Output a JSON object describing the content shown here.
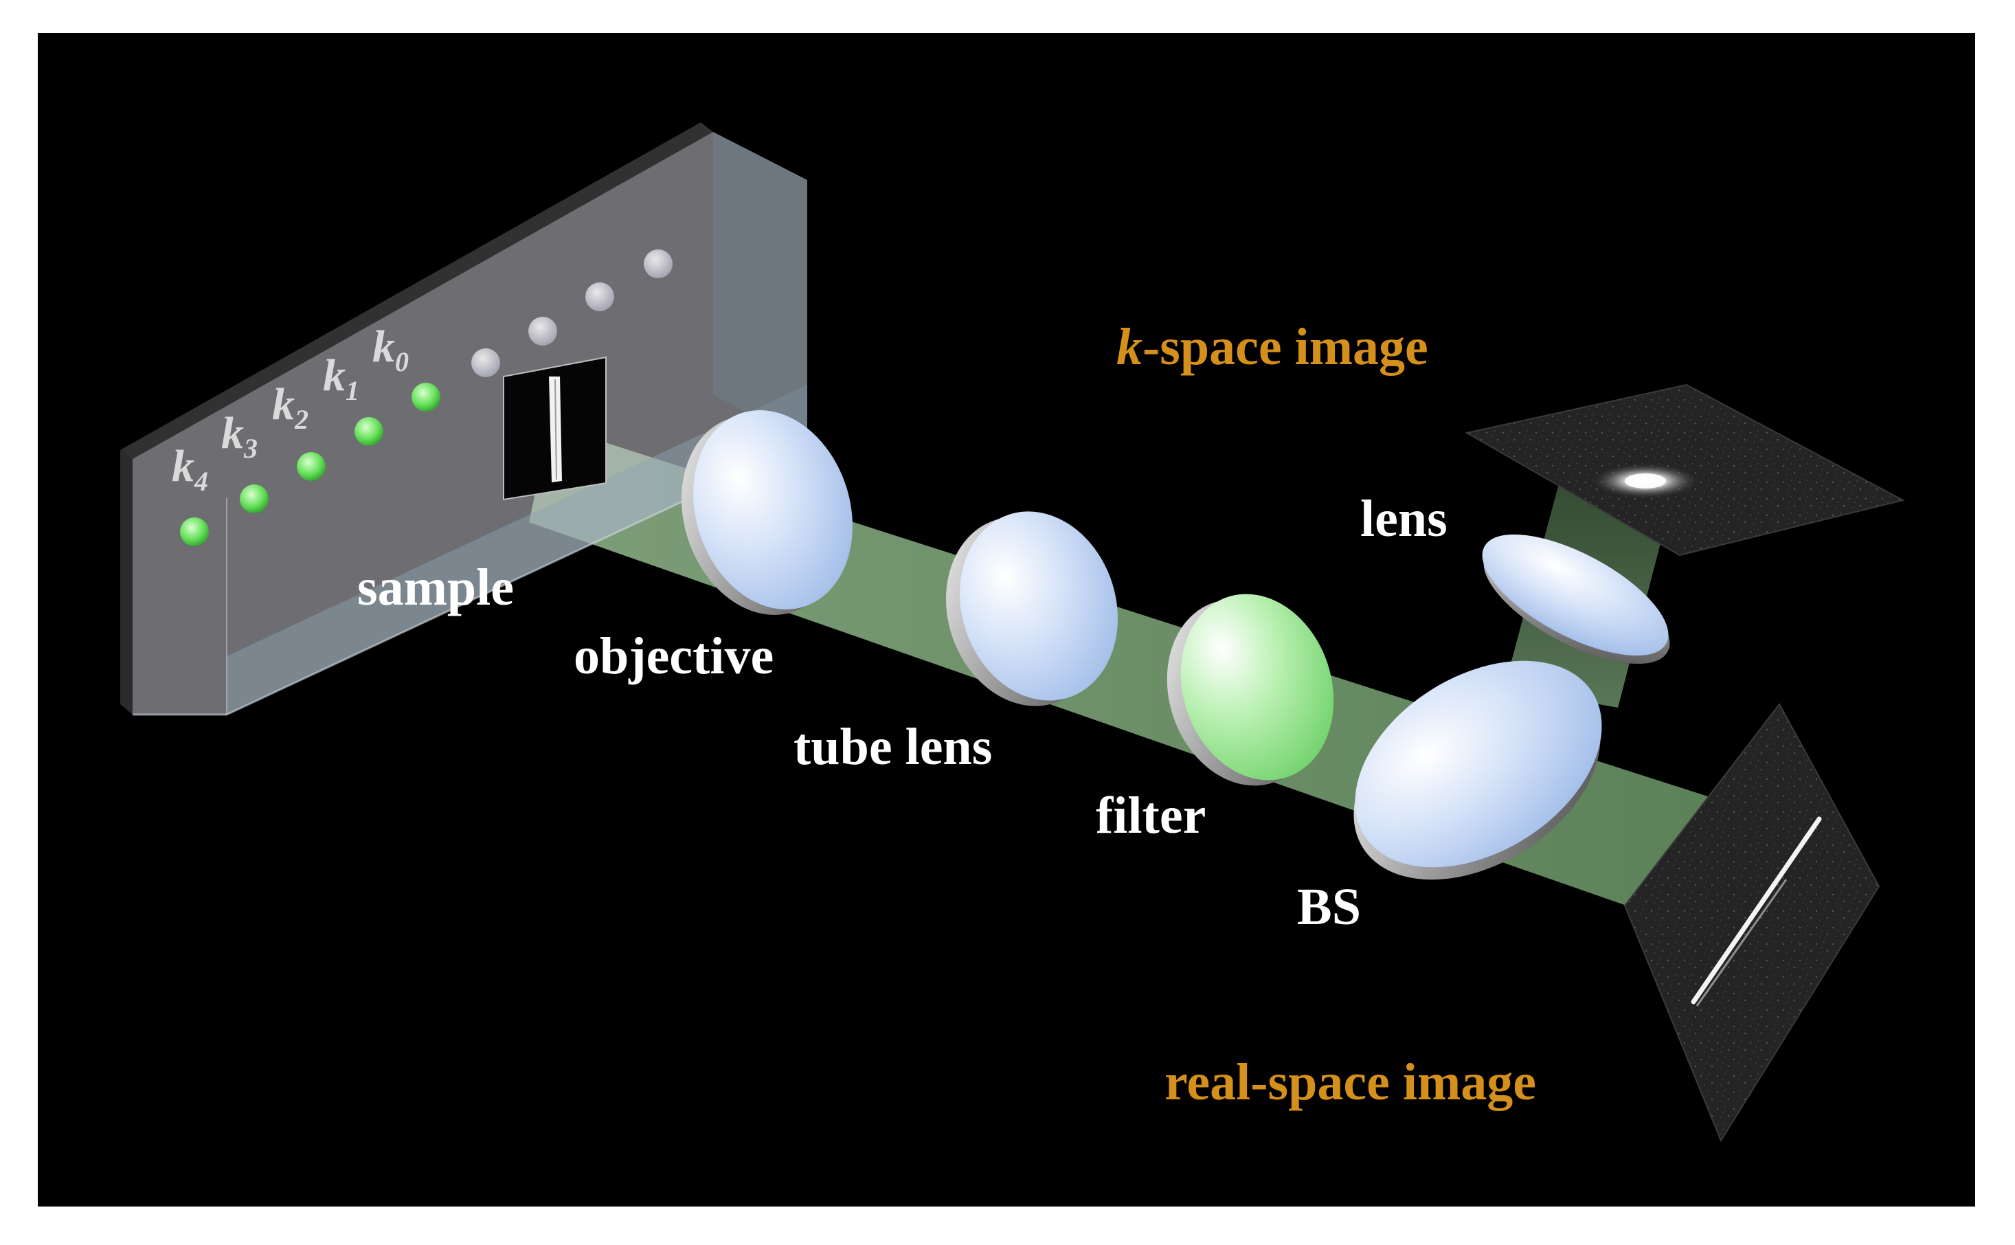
{
  "diagram": {
    "background": "#000000",
    "page_background": "#ffffff",
    "beam_color": "#9fd49a",
    "lens_color": "#b9cdf0",
    "filter_color": "#8fe08a",
    "accent_label_color": "#d4901a",
    "labels": {
      "sample": "sample",
      "objective": "objective",
      "tube_lens": "tube lens",
      "filter": "filter",
      "bs": "BS",
      "lens": "lens",
      "kspace_prefix": "k",
      "kspace_suffix": "-space image",
      "realspace": "real-space image"
    },
    "k_labels": [
      {
        "base": "k",
        "sub": "4"
      },
      {
        "base": "k",
        "sub": "3"
      },
      {
        "base": "k",
        "sub": "2"
      },
      {
        "base": "k",
        "sub": "1"
      },
      {
        "base": "k",
        "sub": "0"
      }
    ]
  }
}
